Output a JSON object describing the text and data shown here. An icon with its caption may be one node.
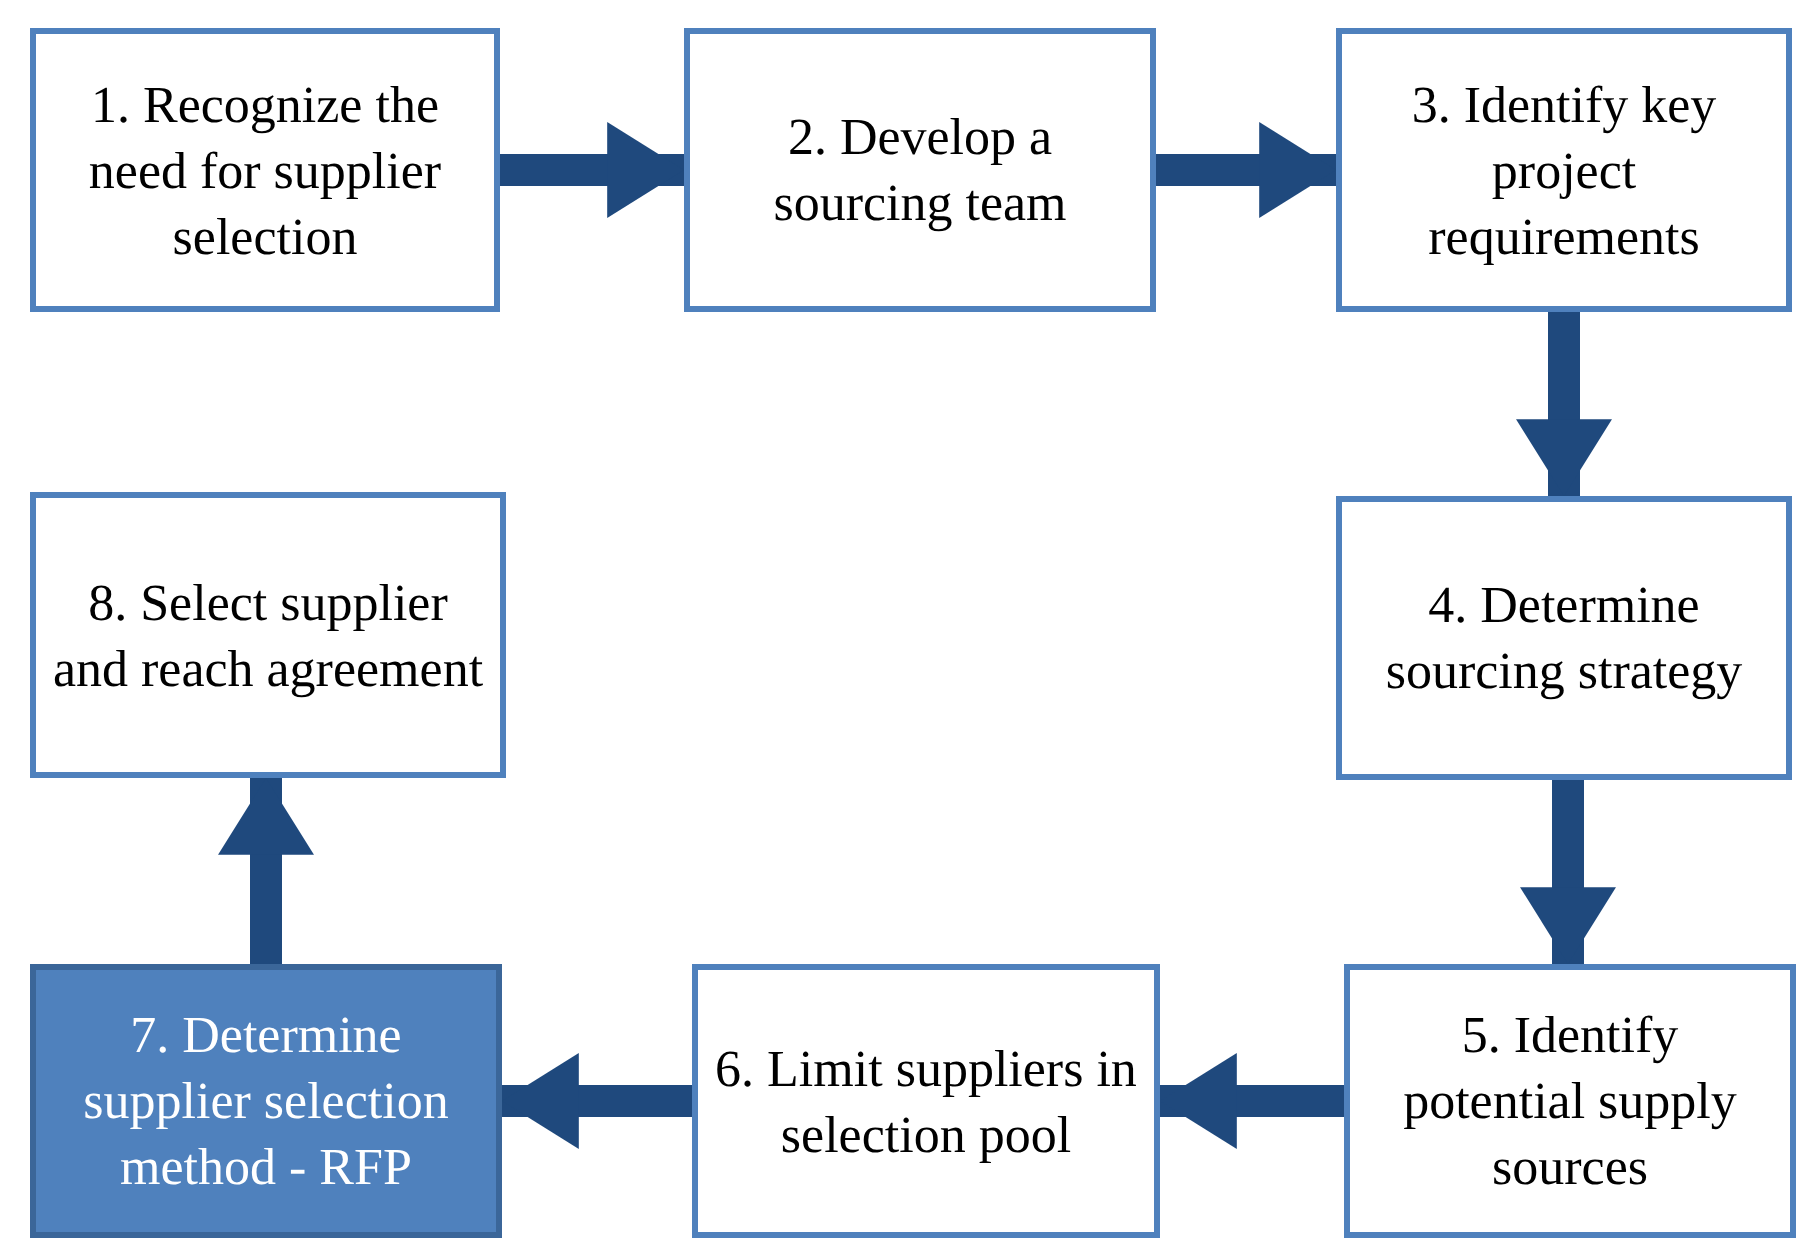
{
  "diagram": {
    "nodes": [
      {
        "text": [
          "1. Recognize the need for supplier selection"
        ]
      },
      {
        "text": [
          "2. Develop a sourcing team"
        ]
      },
      {
        "text": [
          "3. Identify key project requirements"
        ]
      },
      {
        "text": [
          "4. Determine sourcing strategy"
        ]
      },
      {
        "text": [
          "5. Identify potential supply sources"
        ]
      },
      {
        "text": [
          "6. Limit suppliers in selection pool"
        ]
      },
      {
        "text": [
          "7. Determine supplier selection method - RFP"
        ]
      },
      {
        "text": [
          "8. Select supplier and reach agreement"
        ]
      }
    ],
    "edges": [
      {
        "from": 0,
        "to": 1,
        "arrow": "to"
      },
      {
        "from": 1,
        "to": 2,
        "arrow": "to"
      },
      {
        "from": 2,
        "to": 3,
        "arrow": "to"
      },
      {
        "from": 3,
        "to": 4,
        "arrow": "to"
      },
      {
        "from": 4,
        "to": 5,
        "arrow": "to"
      },
      {
        "from": 5,
        "to": 6,
        "arrow": "to"
      },
      {
        "from": 6,
        "to": 7,
        "arrow": "to"
      }
    ]
  }
}
